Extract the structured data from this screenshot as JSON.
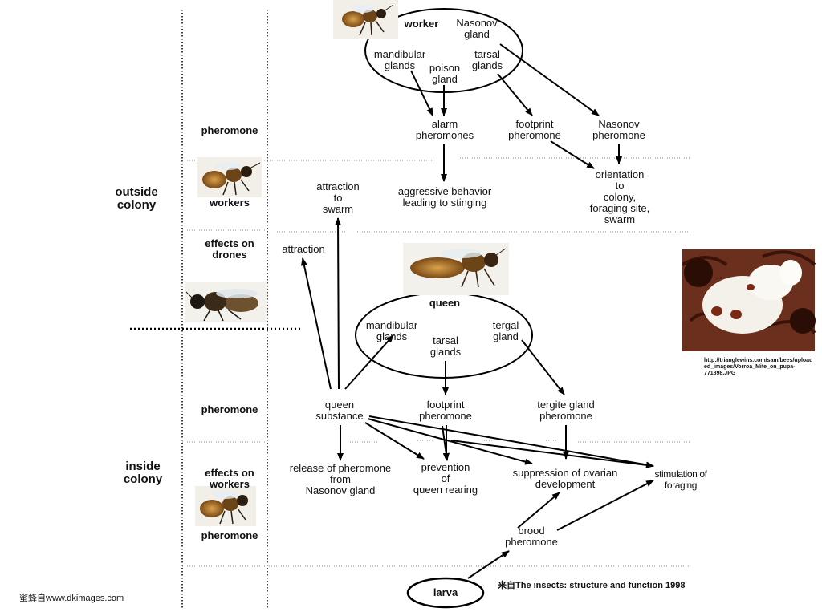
{
  "left_labels": {
    "outside_colony": "outside\ncolony",
    "inside_colony": "inside\ncolony"
  },
  "column_labels": {
    "pheromone_top": "pheromone",
    "workers": "workers",
    "effects_on_drones": "effects on\ndrones",
    "pheromone_mid": "pheromone",
    "effects_on_workers": "effects on\nworkers",
    "pheromone_bottom": "pheromone"
  },
  "worker_gland": {
    "title": "worker",
    "nasonov_gland": "Nasonov\ngland",
    "mandibular_glands": "mandibular\nglands",
    "poison_gland": "poison\ngland",
    "tarsal_glands": "tarsal\nglands"
  },
  "worker_pheromones": {
    "alarm": "alarm\npheromones",
    "footprint": "footprint\npheromone",
    "nasonov": "Nasonov\npheromone"
  },
  "outside_effects": {
    "aggressive": "aggressive behavior\nleading to stinging",
    "orientation": "orientation\nto\ncolony,\nforaging site,\nswarm",
    "attraction_swarm": "attraction\nto\nswarm",
    "attraction": "attraction"
  },
  "queen_gland": {
    "title": "queen",
    "mandibular_glands": "mandibular\nglands",
    "tarsal_glands": "tarsal\nglands",
    "tergal_gland": "tergal\ngland"
  },
  "queen_pheromones": {
    "queen_substance": "queen\nsubstance",
    "footprint": "footprint\npheromone",
    "tergite": "tergite gland\npheromone"
  },
  "inside_effects": {
    "release": "release of pheromone\nfrom\nNasonov gland",
    "prevention": "prevention\nof\nqueen rearing",
    "suppression": "suppression of ovarian\ndevelopment",
    "stimulation": "stimulation of\nforaging"
  },
  "brood": {
    "brood_pheromone": "brood\npheromone",
    "larva": "larva"
  },
  "photo_source": "http://trianglewins.com/sam/bees/upload\ned_images/Vorroa_Mite_on_pupa-\n771898.JPG",
  "credit_left": "蜜蜂自www.dkimages.com",
  "credit_right": "来自The insects: structure and function 1998",
  "icons": [
    "bee-worker-icon",
    "bee-drone-icon",
    "bee-queen-icon",
    "varroa-mite-photo"
  ]
}
